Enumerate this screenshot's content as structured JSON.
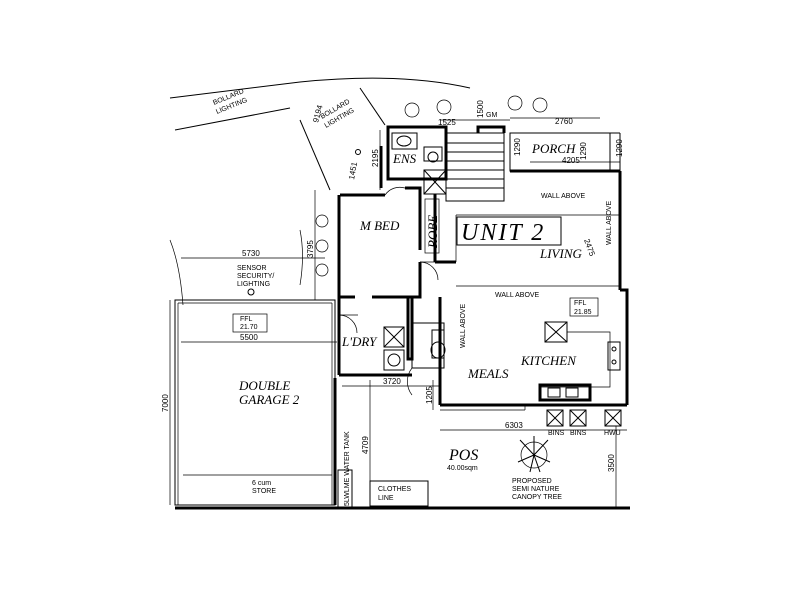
{
  "labels": {
    "unit": "UNIT 2",
    "m_bed": "M BED",
    "robe": "ROBE",
    "ens": "ENS",
    "porch": "PORCH",
    "living": "LIVING",
    "kitchen": "KITCHEN",
    "meals": "MEALS",
    "laundry": "L'DRY",
    "garage_line1": "DOUBLE",
    "garage_line2": "GARAGE 2",
    "pos": "POS",
    "pos_area": "40.00sqm",
    "store_line1": "6 cum",
    "store_line2": "STORE",
    "clothes_line1": "CLOTHES",
    "clothes_line2": "LINE",
    "water_tank": "5LWLME WATER TANK",
    "tree_line1": "PROPOSED",
    "tree_line2": "SEMI NATURE",
    "tree_line3": "CANOPY TREE",
    "sensor_line1": "SENSOR",
    "sensor_line2": "SECURITY/",
    "sensor_line3": "LIGHTING",
    "bollard1_line1": "BOLLARD",
    "bollard1_line2": "LIGHTING",
    "bollard2_line1": "BOLLARD",
    "bollard2_line2": "LIGHTING",
    "wall_above_1": "WALL ABOVE",
    "wall_above_2": "WALL ABOVE",
    "wall_above_3": "WALL ABOVE",
    "wall_above_4": "WALL ABOVE",
    "ffl_1": "FFL",
    "ffl_1_val": "21.70",
    "ffl_2": "FFL",
    "ffl_2_val": "21.85",
    "bins_1": "BINS",
    "bins_2": "BINS",
    "hwu": "HWU",
    "gm": "GM"
  },
  "dimensions": {
    "d5730": "5730",
    "d5500": "5500",
    "d7000": "7000",
    "d3720": "3720",
    "d4709": "4709",
    "d3795": "3795",
    "d2195": "2195",
    "d1451": "1451",
    "d9194": "9194",
    "d1525": "1525",
    "d1500": "1500",
    "d2760": "2760",
    "d1290a": "1290",
    "d1290b": "1290",
    "d1290c": "1290",
    "d4205": "4205",
    "d2475": "2475",
    "d6303": "6303",
    "d1205": "1205",
    "d3500": "3500"
  }
}
